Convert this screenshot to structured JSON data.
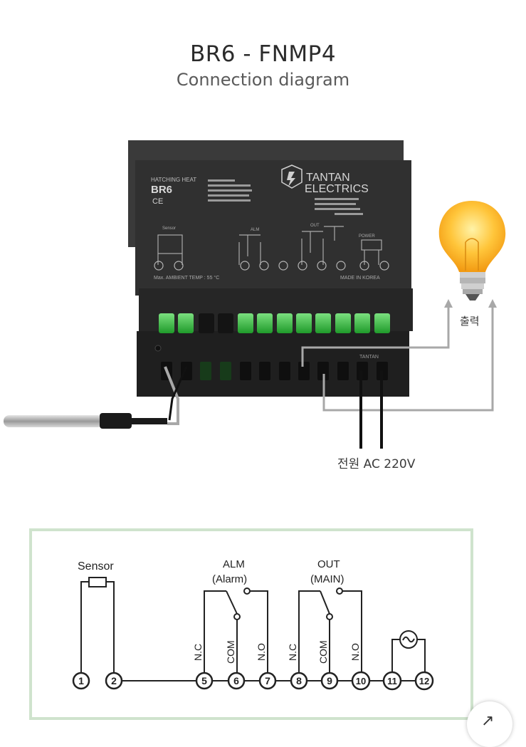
{
  "header": {
    "title": "BR6 - FNMP4",
    "subtitle": "Connection diagram"
  },
  "device": {
    "brand": "TANTAN",
    "brand_line2": "ELECTRICS",
    "model": "BR6",
    "ce_mark": "CE",
    "ambient_note": "Max. AMBIENT TEMP : 55 °C",
    "made_in": "MADE IN KOREA",
    "label_sensor": "Sensor",
    "label_alm": "ALM",
    "label_out": "OUT",
    "label_power": "POWER",
    "terminal_top_color": "#2ec23a",
    "body_color": "#2a2a2a"
  },
  "wiring": {
    "output_label": "출력",
    "power_label": "전원 AC 220V",
    "wire_color": "#a8a8a8"
  },
  "schematic": {
    "border_color": "#cfe3cd",
    "sensor_label": "Sensor",
    "alm_label": "ALM",
    "alm_sub": "(Alarm)",
    "out_label": "OUT",
    "out_sub": "(MAIN)",
    "terminal_labels": [
      "N.C",
      "COM",
      "N.O",
      "N.C",
      "COM",
      "N.O"
    ],
    "terminals": [
      "1",
      "2",
      "5",
      "6",
      "7",
      "8",
      "9",
      "10",
      "11",
      "12"
    ]
  },
  "share_icon": "share-icon"
}
